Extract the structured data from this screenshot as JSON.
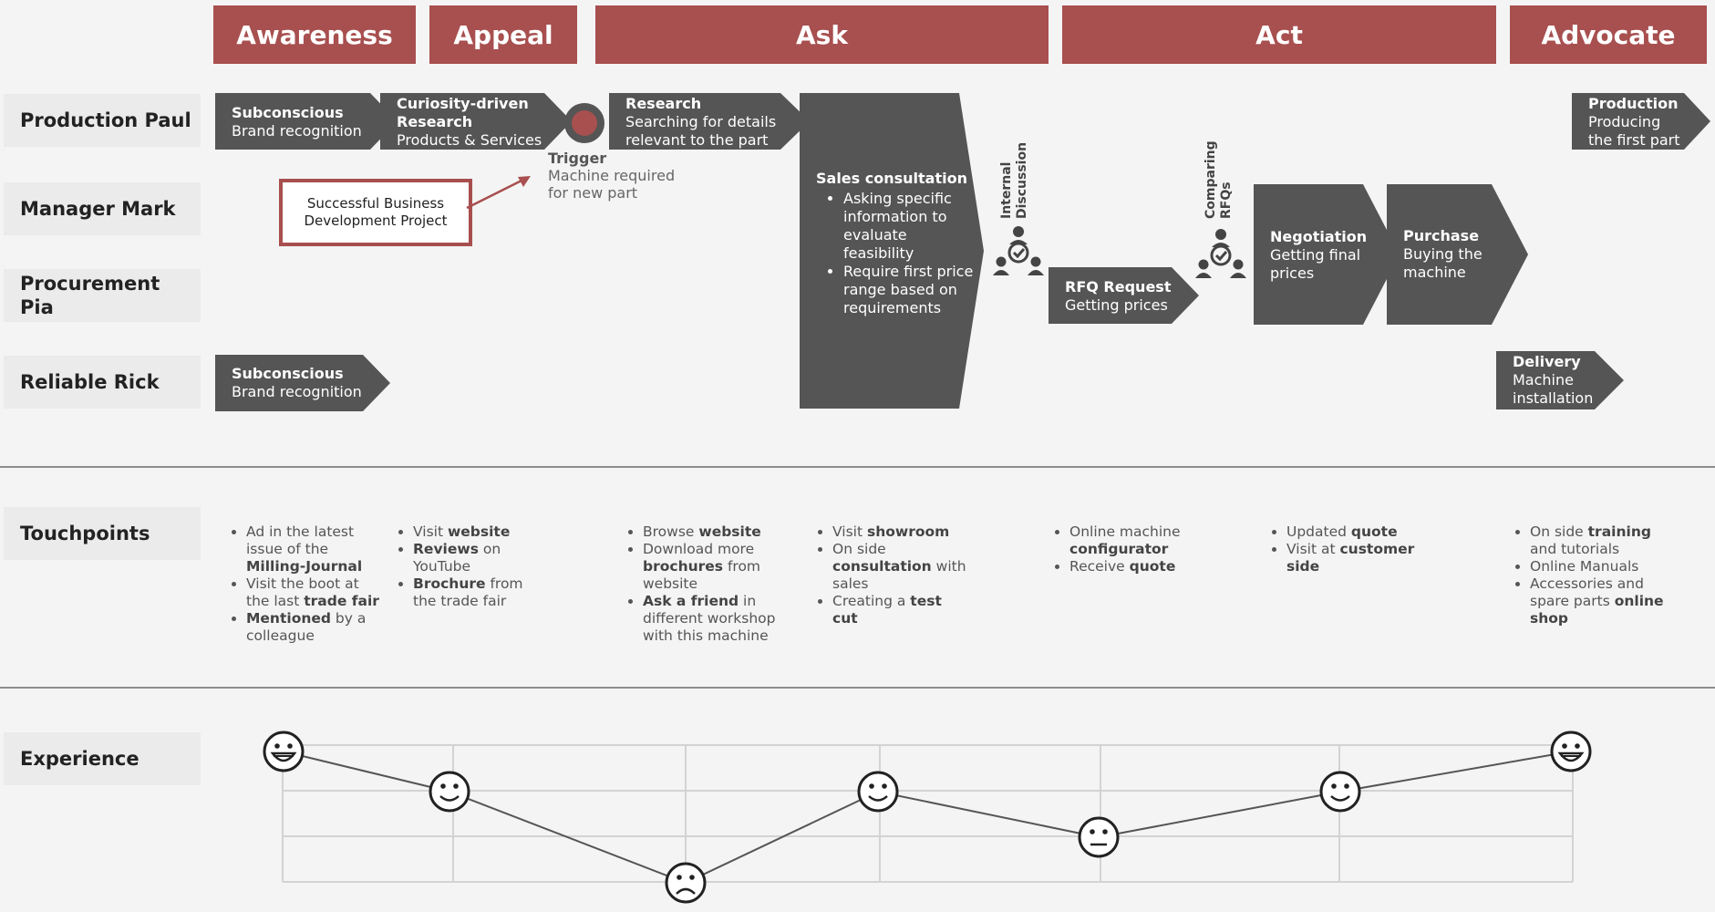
{
  "phases": [
    "Awareness",
    "Appeal",
    "Ask",
    "Act",
    "Advocate"
  ],
  "personas": {
    "paul": "Production Paul",
    "mark": "Manager Mark",
    "pia": "Procurement Pia",
    "rick": "Reliable Rick",
    "touchpoints": "Touchpoints",
    "experience": "Experience"
  },
  "steps": {
    "paul_subconscious": {
      "title": "Subconscious",
      "sub": "Brand recognition"
    },
    "curiosity": {
      "title": "Curiosity-driven Research",
      "sub": "Products & Services"
    },
    "research": {
      "title": "Research",
      "sub1": "Searching for details",
      "sub2": "relevant to the part"
    },
    "sales": {
      "title": "Sales consultation",
      "bullets": [
        "Asking specific information to evaluate feasibility",
        "Require first price range based on requirements"
      ]
    },
    "rfq": {
      "title": "RFQ Request",
      "sub": "Getting prices"
    },
    "negotiation": {
      "title": "Negotiation",
      "sub1": "Getting final",
      "sub2": "prices"
    },
    "purchase": {
      "title": "Purchase",
      "sub1": "Buying the",
      "sub2": "machine"
    },
    "production": {
      "title": "Production",
      "sub1": "Producing",
      "sub2": "the first part"
    },
    "rick_subconscious": {
      "title": "Subconscious",
      "sub": "Brand recognition"
    },
    "delivery": {
      "title": "Delivery",
      "sub1": "Machine",
      "sub2": "installation"
    }
  },
  "trigger": {
    "title": "Trigger",
    "line1": "Machine required",
    "line2": "for new part"
  },
  "manager_project": {
    "line1": "Successful Business",
    "line2": "Development Project"
  },
  "vertical_labels": {
    "internal": [
      "Internal",
      "Discussion"
    ],
    "comparing": [
      "Comparing",
      "RFQs"
    ]
  },
  "touchpoints": [
    [
      [
        [
          "Ad in the latest issue of the ",
          false
        ],
        [
          "Milling-Journal",
          true
        ]
      ],
      [
        [
          "Visit the boot at the last ",
          false
        ],
        [
          "trade fair",
          true
        ]
      ],
      [
        [
          "Mentioned",
          true
        ],
        [
          " by a colleague",
          false
        ]
      ]
    ],
    [
      [
        [
          "Visit ",
          false
        ],
        [
          "website",
          true
        ]
      ],
      [
        [
          "Reviews",
          true
        ],
        [
          " on YouTube",
          false
        ]
      ],
      [
        [
          "Brochure",
          true
        ],
        [
          " from the trade fair",
          false
        ]
      ]
    ],
    [
      [
        [
          "Browse ",
          false
        ],
        [
          "website",
          true
        ]
      ],
      [
        [
          "Download more ",
          false
        ],
        [
          "brochures",
          true
        ],
        [
          " from website",
          false
        ]
      ],
      [
        [
          "Ask a friend",
          true
        ],
        [
          " in different workshop with this machine",
          false
        ]
      ]
    ],
    [
      [
        [
          "Visit ",
          false
        ],
        [
          "showroom",
          true
        ]
      ],
      [
        [
          "On side ",
          false
        ],
        [
          "consultation",
          true
        ],
        [
          " with sales",
          false
        ]
      ],
      [
        [
          "Creating a ",
          false
        ],
        [
          "test cut",
          true
        ]
      ]
    ],
    [
      [
        [
          "Online machine ",
          false
        ],
        [
          "configurator",
          true
        ]
      ],
      [
        [
          "Receive ",
          false
        ],
        [
          "quote",
          true
        ]
      ]
    ],
    [
      [
        [
          "Updated ",
          false
        ],
        [
          "quote",
          true
        ]
      ],
      [
        [
          "Visit at ",
          false
        ],
        [
          "customer side",
          true
        ]
      ]
    ],
    [
      [
        [
          "On side ",
          false
        ],
        [
          "training",
          true
        ],
        [
          " and tutorials",
          false
        ]
      ],
      [
        [
          "Online Manuals",
          false
        ]
      ],
      [
        [
          "Accessories and spare parts ",
          false
        ],
        [
          "online shop",
          true
        ]
      ]
    ]
  ],
  "experience_levels": [
    1,
    2,
    4,
    2,
    3,
    2,
    1
  ],
  "colors": {
    "accent": "#a84f4f",
    "step": "#555555",
    "grid": "#d3d3d3",
    "line": "#555555"
  }
}
